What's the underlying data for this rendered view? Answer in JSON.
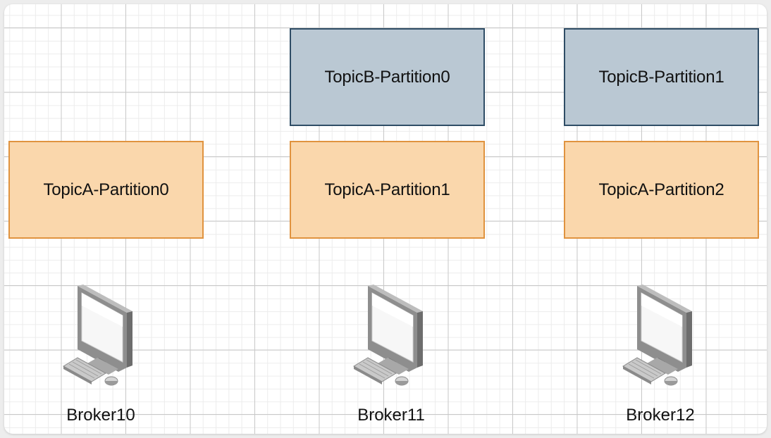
{
  "diagram": {
    "topicB_row": [
      {
        "label": "TopicB-Partition0"
      },
      {
        "label": "TopicB-Partition1"
      }
    ],
    "topicA_row": [
      {
        "label": "TopicA-Partition0"
      },
      {
        "label": "TopicA-Partition1"
      },
      {
        "label": "TopicA-Partition2"
      }
    ],
    "brokers": [
      {
        "label": "Broker10",
        "icon": "computer-icon"
      },
      {
        "label": "Broker11",
        "icon": "computer-icon"
      },
      {
        "label": "Broker12",
        "icon": "computer-icon"
      }
    ],
    "colors": {
      "topicA_fill": "#fad7ac",
      "topicA_stroke": "#e0933f",
      "topicB_fill": "#bac8d3",
      "topicB_stroke": "#2f4d66"
    }
  }
}
